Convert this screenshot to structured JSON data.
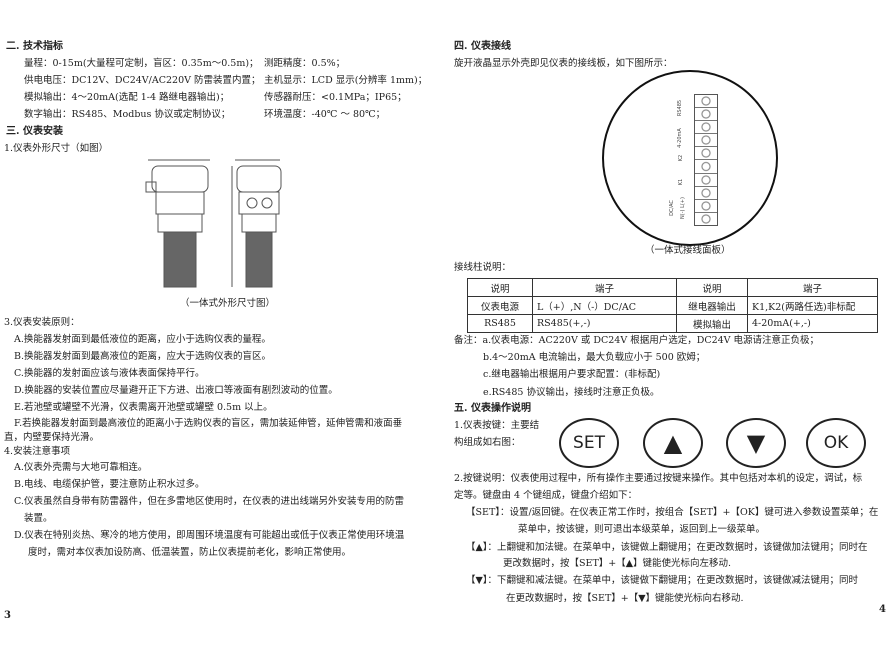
{
  "left": {
    "sec2_title": "二. 技术指标",
    "specs": [
      [
        "量程：0-15m(大量程可定制，盲区：0.35m～0.5m)；",
        "测距精度：0.5%；"
      ],
      [
        "供电电压：DC12V、DC24V/AC220V 防雷装置内置；",
        "主机显示：LCD 显示(分辨率 1mm)；"
      ],
      [
        "模拟输出：4～20mA(选配 1-4 路继电器输出)；",
        "传感器耐压：<0.1MPa；IP65；"
      ],
      [
        "数字输出：RS485、Modbus 协议或定制协议；",
        "环境温度：-40℃ ～ 80℃；"
      ]
    ],
    "sec3_title": "三. 仪表安装",
    "item1": "1.仪表外形尺寸（如图）",
    "figure_caption": "（一体式外形尺寸图）",
    "item3": "3.仪表安装原则：",
    "rules": [
      "A.换能器发射面到最低液位的距离，应小于选购仪表的量程。",
      "B.换能器发射面到最高液位的距离，应大于选购仪表的盲区。",
      "C.换能器的发射面应该与液体表面保持平行。",
      "D.换能器的安装位置应尽量避开正下方进、出液口等液面有剧烈波动的位置。",
      "E.若池壁或罐壁不光滑，仪表需离开池壁或罐壁 0.5m 以上。",
      "F.若换能器发射面到最高液位的距离小于选购仪表的盲区，需加装延伸管，延伸管需和液面垂",
      "直，内壁要保持光滑。"
    ],
    "item4": "4.安装注意事项",
    "notes": [
      "A.仪表外壳需与大地可靠相连。",
      "B.电线、电缆保护管，要注意防止积水过多。",
      "C.仪表虽然自身带有防雷器件，但在多雷地区使用时，在仪表的进出线端另外安装专用的防雷",
      "装置。",
      "D.仪表在特别炎热、寒冷的地方使用，即周围环境温度有可能超出或低于仪表正常使用环境温",
      "度时，需对本仪表加设防高、低温装置，防止仪表提前老化，影响正常使用。"
    ],
    "page_number": "3"
  },
  "right": {
    "sec4_title": "四. 仪表接线",
    "intro": "旋开液晶显示外壳即见仪表的接线板，如下图所示：",
    "panel_labels": [
      "RS485",
      "4-20mA",
      "K2",
      "K1",
      "N(-) L(+)",
      "DC/AC"
    ],
    "panel_caption": "（一体式接线面板）",
    "terminal_title": "接线柱说明：",
    "table": [
      [
        "说明",
        "端子",
        "说明",
        "端子"
      ],
      [
        "仪表电源",
        "L（+）,N（-）DC/AC",
        "继电器输出",
        "K1,K2(两路任选)非标配"
      ],
      [
        "RS485",
        "RS485(+,-)",
        "模拟输出",
        "4-20mA(+,-)"
      ]
    ],
    "remarks": [
      "备注：a.仪表电源：AC220V 或 DC24V 根据用户选定，DC24V 电源请注意正负极；",
      "b.4～20mA 电流输出，最大负载应小于 500 欧姆；",
      "c.继电器输出根据用户要求配置：(非标配)",
      "e.RS485 协议输出，接线时注意正负极。"
    ],
    "sec5_title": "五. 仪表操作说明",
    "keys_intro": [
      "1.仪表按键：主要结",
      "构组成如右图："
    ],
    "keys": [
      "SET",
      "▲",
      "▼",
      "OK"
    ],
    "desc": [
      "2.按键说明：仪表使用过程中，所有操作主要通过按键来操作。其中包括对本机的设定，调试，标",
      "定等。键盘由 4 个键组成，键盘介绍如下：",
      "【SET】：设置/返回键。在仪表正常工作时，按组合【SET】+【OK】键可进入参数设置菜单；在",
      "菜单中，按该键，则可退出本级菜单，返回到上一级菜单。",
      "【▲】：上翻键和加法键。在菜单中，该键做上翻键用；在更改数据时，该键做加法键用；同时在",
      "更改数据时，按【SET】+【▲】键能使光标向左移动.",
      "【▼】：下翻键和减法键。在菜单中，该键做下翻键用；在更改数据时，该键做减法键用；同时",
      "在更改数据时，按【SET】+【▼】键能使光标向右移动."
    ],
    "page_number": "4"
  }
}
